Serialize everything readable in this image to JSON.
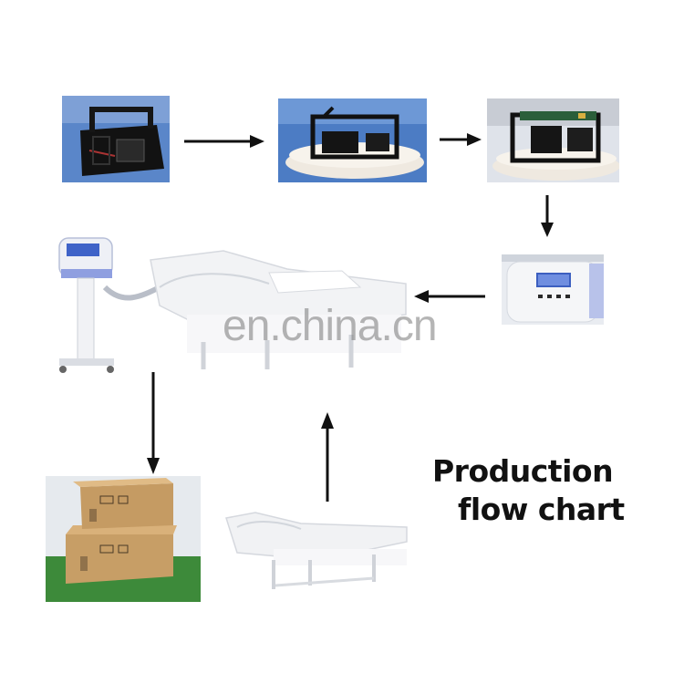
{
  "title": {
    "line1": "Production",
    "line2": "flow chart"
  },
  "watermark": "en.china.cn",
  "steps": [
    {
      "name": "Metal frame",
      "label": ""
    },
    {
      "name": "Frame on base",
      "label": ""
    },
    {
      "name": "Electronics board installed",
      "label": ""
    },
    {
      "name": "Control panel",
      "label": ""
    },
    {
      "name": "Full machine with suit on bed",
      "label": ""
    },
    {
      "name": "Suit on bed",
      "label": ""
    },
    {
      "name": "Packed boxes",
      "label": ""
    }
  ],
  "colors": {
    "arrow": "#111111",
    "blue_bg": "#4f7bc2",
    "frame": "#111111",
    "base": "#f0ebe3"
  },
  "icons": [
    "arrow-right-icon",
    "arrow-down-icon",
    "arrow-left-icon",
    "arrow-up-icon"
  ]
}
